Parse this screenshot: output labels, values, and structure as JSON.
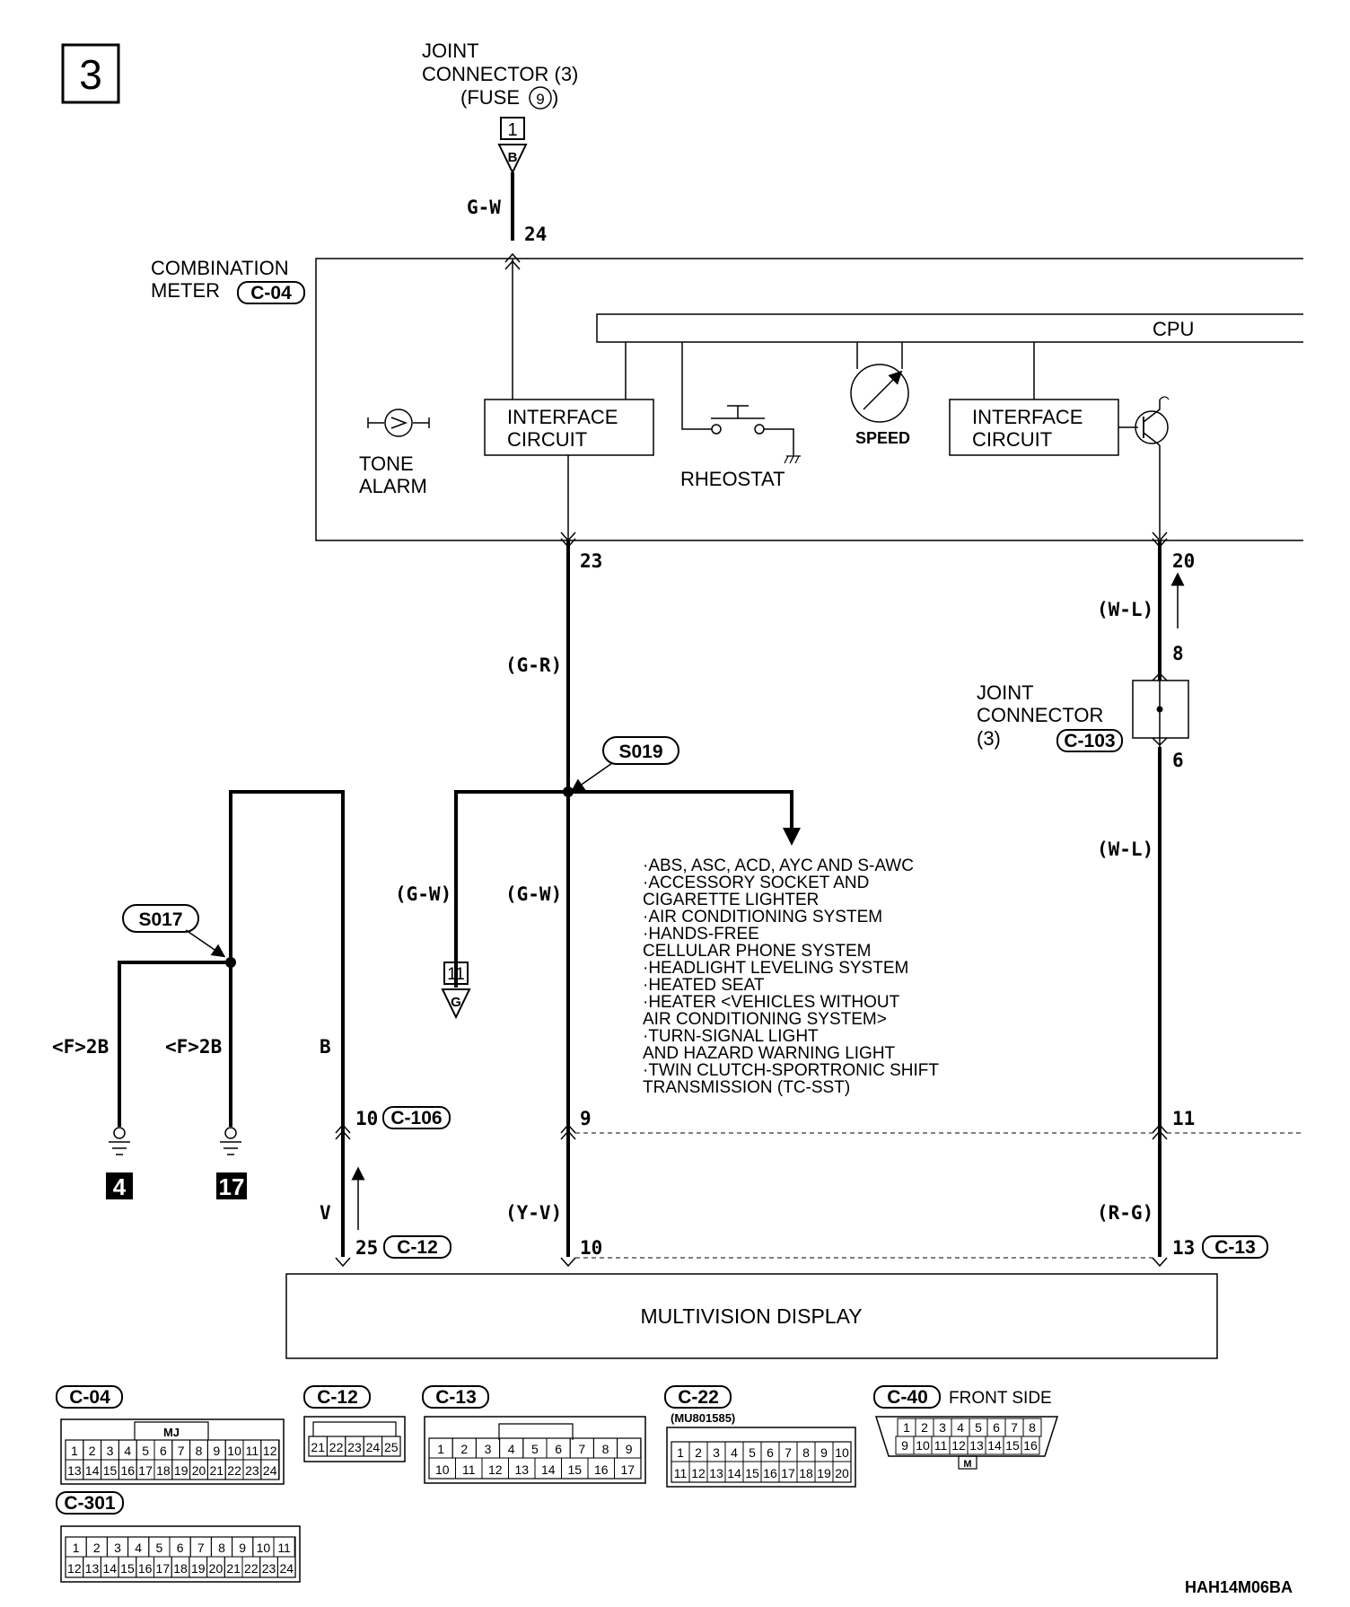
{
  "page_number": "3",
  "figure_code": "HAH14M06BA",
  "joint_connector_top": {
    "line1": "JOINT",
    "line2": "CONNECTOR (3)",
    "line3a": "(FUSE",
    "fuse_no": "9",
    "line3b": ")",
    "terminal": "1",
    "tri": "B"
  },
  "combination_meter": {
    "line1": "COMBINATION",
    "line2": "METER",
    "connector": "C-04",
    "cpu": "CPU",
    "tone_alarm_1": "TONE",
    "tone_alarm_2": "ALARM",
    "interface1_a": "INTERFACE",
    "interface1_b": "CIRCUIT",
    "interface2_a": "INTERFACE",
    "interface2_b": "CIRCUIT",
    "rheostat": "RHEOSTAT",
    "speed": "SPEED",
    "pin_in": "24",
    "pin_out_1": "23",
    "pin_out_2": "20"
  },
  "wires": {
    "gw_top": "G-W",
    "gr": "(G-R)",
    "gw_left": "(G-W)",
    "gw_mid": "(G-W)",
    "wl_top": "(W-L)",
    "wl_bot": "(W-L)",
    "f2b_1": "<F>2B",
    "f2b_2": "<F>2B",
    "b": "B",
    "v": "V",
    "yv": "(Y-V)",
    "rg": "(R-G)"
  },
  "splices": {
    "s019": "S019",
    "s017": "S017"
  },
  "joint_connector_right": {
    "line1": "JOINT",
    "line2": "CONNECTOR",
    "line3": "(3)",
    "connector": "C-103",
    "pin_top": "8",
    "pin_bottom": "6"
  },
  "ground_g": {
    "terminal": "11",
    "tri": "G"
  },
  "grounds": [
    "4",
    "17"
  ],
  "destinations": [
    "·ABS, ASC, ACD, AYC AND S-AWC",
    "·ACCESSORY SOCKET AND",
    " CIGARETTE LIGHTER",
    "·AIR CONDITIONING SYSTEM",
    "·HANDS-FREE",
    " CELLULAR PHONE SYSTEM",
    "·HEADLIGHT LEVELING SYSTEM",
    "·HEATED SEAT",
    "·HEATER <VEHICLES WITHOUT",
    " AIR CONDITIONING SYSTEM>",
    "·TURN-SIGNAL LIGHT",
    " AND HAZARD WARNING LIGHT",
    "·TWIN CLUTCH-SPORTRONIC SHIFT",
    " TRANSMISSION (TC-SST)"
  ],
  "intermediate": {
    "pin_b": "10",
    "conn_b": "C-106",
    "pin_gw": "9",
    "pin_wl": "11"
  },
  "display": {
    "label": "MULTIVISION DISPLAY",
    "pin_v": "25",
    "conn_v": "C-12",
    "pin_yv": "10",
    "pin_rg": "13",
    "conn_rg": "C-13"
  },
  "connector_views": {
    "c04": {
      "name": "C-04",
      "tag": "MJ",
      "row1": [
        "1",
        "2",
        "3",
        "4",
        "5",
        "6",
        "7",
        "8",
        "9",
        "10",
        "11",
        "12"
      ],
      "row2": [
        "13",
        "14",
        "15",
        "16",
        "17",
        "18",
        "19",
        "20",
        "21",
        "22",
        "23",
        "24"
      ]
    },
    "c12": {
      "name": "C-12",
      "row1": [
        "21",
        "22",
        "23",
        "24",
        "25"
      ]
    },
    "c13": {
      "name": "C-13",
      "row1": [
        "1",
        "2",
        "3",
        "4",
        "5",
        "6",
        "7",
        "8",
        "9"
      ],
      "row2": [
        "10",
        "11",
        "12",
        "13",
        "14",
        "15",
        "16",
        "17"
      ]
    },
    "c22": {
      "name": "C-22",
      "part": "(MU801585)",
      "row1": [
        "1",
        "2",
        "3",
        "4",
        "5",
        "6",
        "7",
        "8",
        "9",
        "10"
      ],
      "row2": [
        "11",
        "12",
        "13",
        "14",
        "15",
        "16",
        "17",
        "18",
        "19",
        "20"
      ]
    },
    "c40": {
      "name": "C-40",
      "note": "FRONT SIDE",
      "tag": "M",
      "row1": [
        "1",
        "2",
        "3",
        "4",
        "5",
        "6",
        "7",
        "8"
      ],
      "row2": [
        "9",
        "10",
        "11",
        "12",
        "13",
        "14",
        "15",
        "16"
      ]
    },
    "c301": {
      "name": "C-301",
      "row1": [
        "1",
        "2",
        "3",
        "4",
        "5",
        "6",
        "7",
        "8",
        "9",
        "10",
        "11"
      ],
      "row2": [
        "12",
        "13",
        "14",
        "15",
        "16",
        "17",
        "18",
        "19",
        "20",
        "21",
        "22",
        "23",
        "24"
      ]
    }
  }
}
